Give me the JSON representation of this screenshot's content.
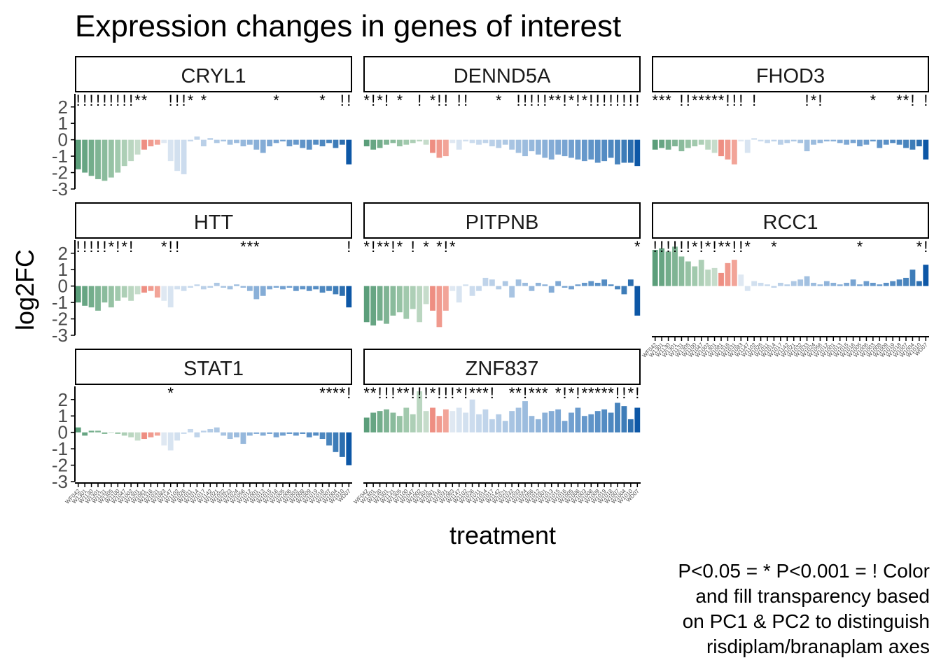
{
  "chart_data": {
    "type": "bar",
    "title": "Expression changes in genes of interest",
    "xlabel": "treatment",
    "ylabel": "log2FC",
    "ylim": [
      -3,
      2.8
    ],
    "y_ticks": [
      2,
      1,
      0,
      -1,
      -2,
      -3
    ],
    "y_tick_labels": [
      "2",
      "1",
      "0",
      "-1",
      "-2",
      "-3"
    ],
    "bar_count_per_panel": 42,
    "legend": "none",
    "caption": [
      "P<0.05 = * P<0.001 = ! Color",
      "and fill transparency based",
      "on PC1 & PC2 to distinguish",
      "risdiplam/branaplam axes"
    ],
    "x_tick_labels": [
      "WF042",
      "W1301",
      "W1130",
      "W1301",
      "W1131",
      "W1305",
      "W1100",
      "W1047",
      "W1002",
      "W1301",
      "W1081",
      "W1316",
      "W1031",
      "W1083",
      "W1147",
      "W1102",
      "W1026",
      "W1011",
      "W1014",
      "W1017",
      "W1142",
      "W1021",
      "W1032",
      "W1033",
      "W1024",
      "W1056",
      "W1012",
      "W1001",
      "W1013",
      "W1015",
      "W1016",
      "W1005",
      "W1006",
      "W1003",
      "W1008",
      "W1009",
      "W1019",
      "W1018",
      "W1007",
      "W1004",
      "W1010",
      "WD07"
    ],
    "bar_colors": [
      "#5b9e7a",
      "#67a583",
      "#73ad8b",
      "#7fb494",
      "#8abb9c",
      "#96c2a4",
      "#a1c9ad",
      "#adcfb6",
      "#bad6c0",
      "#c6dccb",
      "#ee8e82",
      "#f09a8e",
      "#f2a498",
      "#dfe8f2",
      "#d8e4f1",
      "#d2e0ef",
      "#ccdcee",
      "#c6d8ec",
      "#c0d4ea",
      "#bad0e8",
      "#b4cce6",
      "#aec8e4",
      "#a8c4e2",
      "#a2c0e0",
      "#9cbcde",
      "#96b8dc",
      "#90b4da",
      "#8ab0d8",
      "#84acd6",
      "#7ea8d4",
      "#78a4d2",
      "#72a0d0",
      "#6c9ccd",
      "#6698cb",
      "#6094c8",
      "#5a90c6",
      "#548cc3",
      "#4e88c0",
      "#4884bd",
      "#3d7cb8",
      "#2d6fb0",
      "#0d57a6"
    ],
    "panels": [
      {
        "gene": "CRYL1",
        "values": [
          -1.8,
          -2.0,
          -2.2,
          -2.4,
          -2.5,
          -2.3,
          -2.0,
          -1.6,
          -1.3,
          -0.9,
          -0.6,
          -0.4,
          -0.3,
          -0.2,
          -1.3,
          -1.9,
          -2.1,
          -0.1,
          0.2,
          -0.4,
          0.1,
          -0.2,
          -0.1,
          -0.3,
          -0.2,
          -0.4,
          -0.3,
          -0.6,
          -0.8,
          -0.4,
          -0.2,
          -0.1,
          -0.4,
          -0.3,
          -0.5,
          -0.6,
          -0.3,
          -0.4,
          -0.2,
          -0.5,
          -0.3,
          -1.5
        ],
        "significance": [
          "!",
          "!",
          "!",
          "!",
          "!",
          "!",
          "!",
          "!",
          "!",
          "*",
          "*",
          "",
          "",
          "",
          "!",
          "!",
          "!",
          "*",
          "",
          "*",
          "",
          "",
          "",
          "",
          "",
          "",
          "",
          "",
          "",
          "",
          "*",
          "",
          "",
          "",
          "",
          "",
          "",
          "*",
          "",
          "",
          "!",
          "!"
        ]
      },
      {
        "gene": "DENND5A",
        "values": [
          -0.4,
          -0.6,
          -0.5,
          -0.3,
          -0.2,
          -0.4,
          -0.3,
          -0.2,
          -0.1,
          -0.3,
          -0.8,
          -1.1,
          -1.0,
          -0.2,
          -0.6,
          -0.1,
          -0.2,
          -0.3,
          -0.2,
          -0.4,
          -0.5,
          -0.3,
          -0.6,
          -0.8,
          -1.0,
          -0.7,
          -0.9,
          -1.1,
          -1.2,
          -0.9,
          -1.0,
          -1.1,
          -1.2,
          -1.3,
          -1.2,
          -1.4,
          -1.3,
          -1.1,
          -1.5,
          -1.4,
          -1.4,
          -1.6
        ],
        "significance": [
          "*",
          "!",
          "*",
          "!",
          "",
          "*",
          "",
          "",
          "!",
          "",
          "*",
          "!",
          "!",
          "",
          "!",
          "!",
          "",
          "",
          "",
          "",
          "*",
          "",
          "",
          "!",
          "!",
          "!",
          "!",
          "!",
          "*",
          "*",
          "!",
          "*",
          "!",
          "*",
          "!",
          "!",
          "!",
          "!",
          "!",
          "!",
          "!",
          "!"
        ]
      },
      {
        "gene": "FHOD3",
        "values": [
          -0.6,
          -0.5,
          -0.6,
          -0.4,
          -0.7,
          -0.5,
          -0.4,
          -0.3,
          -0.6,
          -0.8,
          -1.0,
          -1.2,
          -1.5,
          -0.1,
          -0.8,
          0.1,
          -0.1,
          -0.2,
          -0.1,
          -0.3,
          -0.2,
          -0.1,
          -0.2,
          -0.7,
          -0.3,
          -0.2,
          -0.1,
          -0.1,
          -0.2,
          -0.3,
          -0.2,
          -0.4,
          -0.3,
          -0.1,
          -0.5,
          -0.3,
          -0.2,
          -0.3,
          -0.5,
          -0.6,
          -0.4,
          -1.2
        ],
        "significance": [
          "*",
          "*",
          "*",
          "",
          "!",
          "!",
          "*",
          "*",
          "*",
          "*",
          "*",
          "!",
          "!",
          "!",
          "",
          "!",
          "",
          "",
          "",
          "",
          "",
          "",
          "",
          "!",
          "*",
          "!",
          "",
          "",
          "",
          "",
          "",
          "",
          "",
          "*",
          "",
          "",
          "",
          "*",
          "*",
          "!",
          "",
          "!"
        ]
      },
      {
        "gene": "HTT",
        "values": [
          -1.0,
          -1.2,
          -1.3,
          -1.5,
          -1.0,
          -1.3,
          -0.9,
          -0.7,
          -0.9,
          -0.5,
          -0.4,
          -0.3,
          -0.7,
          -0.9,
          -1.3,
          -0.2,
          -0.3,
          -0.1,
          0.1,
          -0.2,
          -0.1,
          0.2,
          -0.1,
          -0.2,
          0.1,
          -0.1,
          -0.3,
          -0.8,
          -0.6,
          -0.2,
          -0.1,
          -0.2,
          -0.1,
          -0.3,
          -0.2,
          -0.3,
          -0.2,
          -0.4,
          -0.3,
          -0.5,
          -0.6,
          -1.3
        ],
        "significance": [
          "!",
          "!",
          "!",
          "!",
          "!",
          "*",
          "!",
          "*",
          "!",
          "",
          "",
          "",
          "",
          "*",
          "!",
          "!",
          "",
          "",
          "",
          "",
          "",
          "",
          "",
          "",
          "",
          "*",
          "*",
          "*",
          "",
          "",
          "",
          "",
          "",
          "",
          "",
          "",
          "",
          "",
          "",
          "",
          "",
          "!"
        ]
      },
      {
        "gene": "PITPNB",
        "values": [
          -2.2,
          -2.4,
          -2.1,
          -2.3,
          -1.8,
          -1.6,
          -2.0,
          -1.4,
          -2.2,
          -1.1,
          -1.5,
          -2.5,
          -1.5,
          -0.3,
          -1.0,
          0.1,
          -0.6,
          -0.3,
          0.5,
          0.4,
          -0.2,
          0.3,
          -0.7,
          0.4,
          0.2,
          -0.3,
          0.2,
          0.1,
          -0.4,
          0.3,
          -0.1,
          -0.2,
          0.1,
          0.2,
          0.3,
          0.2,
          0.4,
          0.1,
          -0.2,
          -0.5,
          0.4,
          -1.8
        ],
        "significance": [
          "*",
          "!",
          "*",
          "*",
          "!",
          "*",
          "",
          "!",
          "",
          "*",
          "",
          "*",
          "!",
          "*",
          "",
          "",
          "",
          "",
          "",
          "",
          "",
          "",
          "",
          "",
          "",
          "",
          "",
          "",
          "",
          "",
          "",
          "",
          "",
          "",
          "",
          "",
          "",
          "",
          "",
          "",
          "",
          "*"
        ]
      },
      {
        "gene": "RCC1",
        "values": [
          2.2,
          2.3,
          2.1,
          2.4,
          1.8,
          1.5,
          1.2,
          1.6,
          1.0,
          1.1,
          0.8,
          1.4,
          1.6,
          0.7,
          -0.3,
          0.3,
          0.2,
          0.1,
          -0.1,
          0.2,
          0.1,
          0.3,
          0.4,
          0.6,
          0.2,
          0.1,
          0.3,
          0.2,
          0.1,
          0.2,
          0.4,
          0.1,
          0.3,
          0.2,
          0.1,
          0.2,
          0.3,
          0.4,
          0.5,
          1.0,
          0.3,
          1.3
        ],
        "significance": [
          "!",
          "!",
          "!",
          "!",
          "!",
          "!",
          "*",
          "!",
          "*",
          "!",
          "*",
          "*",
          "!",
          "!",
          "*",
          "",
          "",
          "",
          "*",
          "",
          "",
          "",
          "",
          "",
          "",
          "",
          "",
          "",
          "",
          "",
          "",
          "*",
          "",
          "",
          "",
          "",
          "",
          "",
          "",
          "",
          "*",
          "!"
        ]
      },
      {
        "gene": "STAT1",
        "values": [
          0.3,
          -0.2,
          0.1,
          0.1,
          -0.1,
          0.0,
          -0.1,
          -0.2,
          -0.3,
          -0.5,
          -0.4,
          -0.3,
          -0.2,
          -0.8,
          -1.1,
          -0.5,
          -0.1,
          0.2,
          -0.3,
          0.1,
          0.2,
          0.3,
          -0.2,
          -0.4,
          -0.3,
          -0.7,
          -0.2,
          -0.1,
          -0.2,
          -0.1,
          -0.3,
          -0.2,
          -0.1,
          -0.2,
          -0.1,
          -0.3,
          -0.2,
          -0.4,
          -0.8,
          -1.2,
          -1.5,
          -2.0
        ],
        "significance": [
          "",
          "",
          "",
          "",
          "",
          "",
          "",
          "",
          "",
          "",
          "",
          "",
          "",
          "",
          "*",
          "",
          "",
          "",
          "",
          "",
          "",
          "",
          "",
          "",
          "",
          "",
          "",
          "",
          "",
          "",
          "",
          "",
          "",
          "",
          "",
          "",
          "",
          "*",
          "*",
          "*",
          "*",
          "!"
        ]
      },
      {
        "gene": "ZNF837",
        "values": [
          0.9,
          1.2,
          1.3,
          1.4,
          1.2,
          1.0,
          1.5,
          1.1,
          2.5,
          1.3,
          1.5,
          1.0,
          1.4,
          1.3,
          1.5,
          1.2,
          2.0,
          1.1,
          1.4,
          0.8,
          1.1,
          0.7,
          1.3,
          1.5,
          1.9,
          1.0,
          0.8,
          1.2,
          1.3,
          1.4,
          0.7,
          1.2,
          1.5,
          1.0,
          1.1,
          1.3,
          1.4,
          1.2,
          1.8,
          1.6,
          0.8,
          1.5
        ],
        "significance": [
          "*",
          "*",
          "!",
          "!",
          "!",
          "*",
          "*",
          "!",
          "!",
          "!",
          "*",
          "!",
          "!",
          "!",
          "*",
          "!",
          "*",
          "*",
          "*",
          "!",
          "",
          "",
          "*",
          "*",
          "!",
          "*",
          "*",
          "*",
          "",
          "*",
          "!",
          "*",
          "!",
          "*",
          "*",
          "*",
          "*",
          "*",
          "!",
          "!",
          "*",
          "!"
        ]
      }
    ]
  }
}
